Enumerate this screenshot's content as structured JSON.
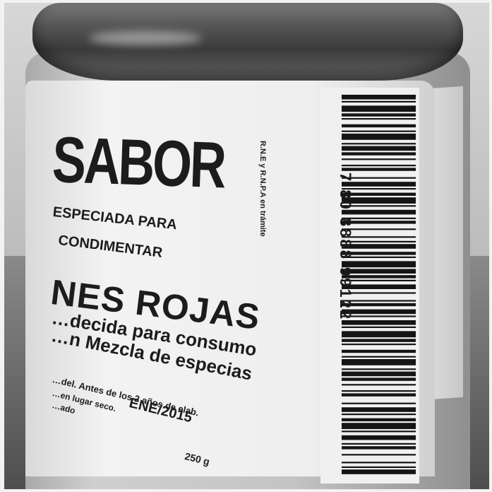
{
  "label": {
    "brand": "SABOR",
    "line1": "ESPECIADA PARA",
    "line2": "CONDIMENTAR",
    "product": "NES ROJAS",
    "line3": "…decida para consumo",
    "line4": "…n Mezcla de especias",
    "small1": "…del. Antes de los 2 años de elab.",
    "small2": "…en lugar seco.",
    "small3": "…ado",
    "expiry": "ENE/2015",
    "weight": "250 g",
    "registry": "R.N.E y R.N.P.A en trámite",
    "barcode_number": "7 80 8888 99122"
  },
  "colors": {
    "ink": "#1c1c1c",
    "label_paper": "#eeeeee",
    "lid": "#444444"
  }
}
